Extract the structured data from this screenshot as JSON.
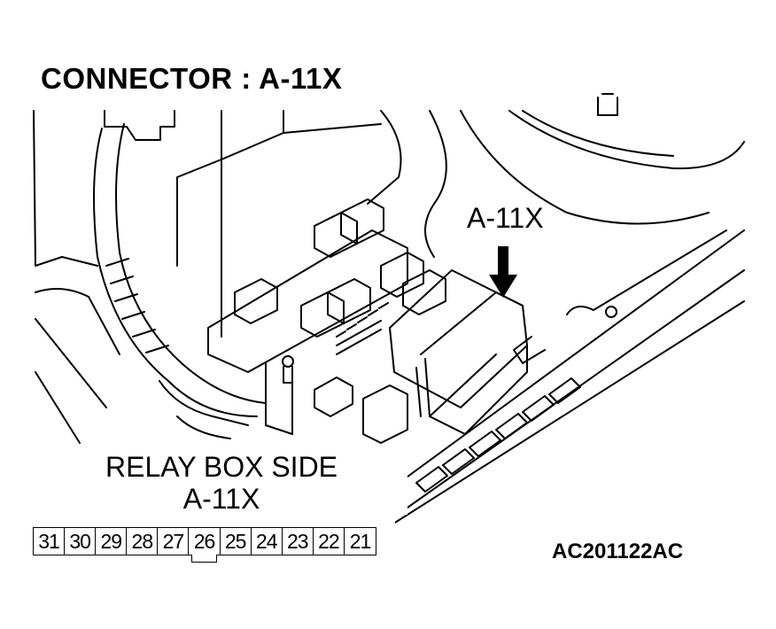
{
  "header": {
    "title": "CONNECTOR : A-11X"
  },
  "callout": {
    "label": "A-11X"
  },
  "relay_box": {
    "side_label_line1": "RELAY BOX SIDE",
    "side_label_line2": "A-11X",
    "pins": [
      {
        "number": "31",
        "active": false
      },
      {
        "number": "30",
        "active": false
      },
      {
        "number": "29",
        "active": false
      },
      {
        "number": "28",
        "active": false
      },
      {
        "number": "27",
        "active": false
      },
      {
        "number": "26",
        "active": true
      },
      {
        "number": "25",
        "active": false
      },
      {
        "number": "24",
        "active": false
      },
      {
        "number": "23",
        "active": false
      },
      {
        "number": "22",
        "active": false
      },
      {
        "number": "21",
        "active": false
      }
    ]
  },
  "footer": {
    "reference_code": "AC201122AC"
  },
  "colors": {
    "ink": "#000000",
    "paper": "#ffffff"
  }
}
